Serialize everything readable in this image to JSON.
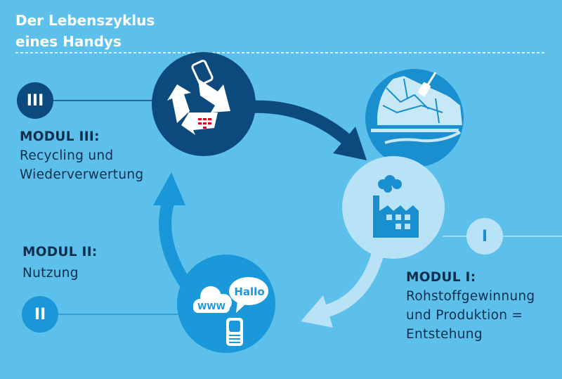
{
  "title": {
    "line1": "Der Lebenszyklus",
    "line2": "eines Handys"
  },
  "modules": [
    {
      "badge": "I",
      "heading": "MODUL I:",
      "lines": [
        "Rohstoffgewinnung",
        "und Produktion =",
        "Entstehung"
      ]
    },
    {
      "badge": "II",
      "heading": "MODUL II:",
      "lines": [
        "Nutzung"
      ]
    },
    {
      "badge": "III",
      "heading": "MODUL III:",
      "lines": [
        "Recycling und",
        "Wiederverwertung"
      ]
    }
  ],
  "icons": {
    "speech_bubble": "Hallo",
    "cloud": "WWW"
  },
  "colors": {
    "background": "#5cc0ea",
    "dark": "#0c4a7d",
    "mid": "#1a97d8",
    "light": "#b8e2f6",
    "accent_red": "#e3001b"
  }
}
